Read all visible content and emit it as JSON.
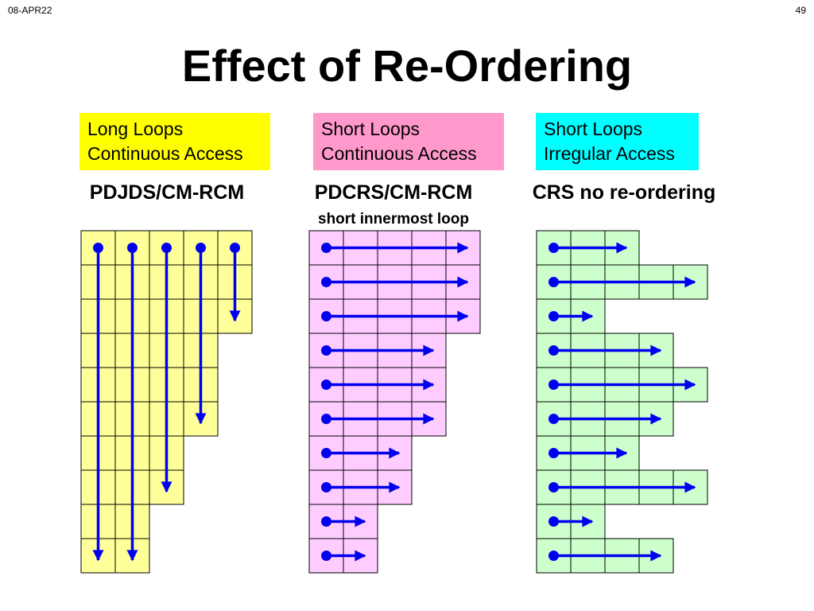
{
  "header": {
    "date": "08-APR22",
    "page_number": "49"
  },
  "title": "Effect of Re-Ordering",
  "panels": [
    {
      "box_lines": [
        "Long Loops",
        "Continuous Access"
      ],
      "box_color": "#ffff00",
      "method": "PDJDS/CM-RCM",
      "subtitle": "",
      "cell_color": "#ffff99",
      "row_lengths": [
        5,
        5,
        5,
        4,
        4,
        4,
        3,
        3,
        2,
        2
      ],
      "arrow_direction": "down"
    },
    {
      "box_lines": [
        "Short Loops",
        "Continuous Access"
      ],
      "box_color": "#ff99cc",
      "method": "PDCRS/CM-RCM",
      "subtitle": "short innermost loop",
      "cell_color": "#ffccff",
      "row_lengths": [
        5,
        5,
        5,
        4,
        4,
        4,
        3,
        3,
        2,
        2
      ],
      "arrow_direction": "right"
    },
    {
      "box_lines": [
        "Short Loops",
        "Irregular Access"
      ],
      "box_color": "#00ffff",
      "method": "CRS no re-ordering",
      "subtitle": "",
      "cell_color": "#ccffcc",
      "row_lengths": [
        3,
        5,
        2,
        4,
        5,
        4,
        3,
        5,
        2,
        4
      ],
      "arrow_direction": "right"
    }
  ],
  "arrow_color": "#0000ee"
}
